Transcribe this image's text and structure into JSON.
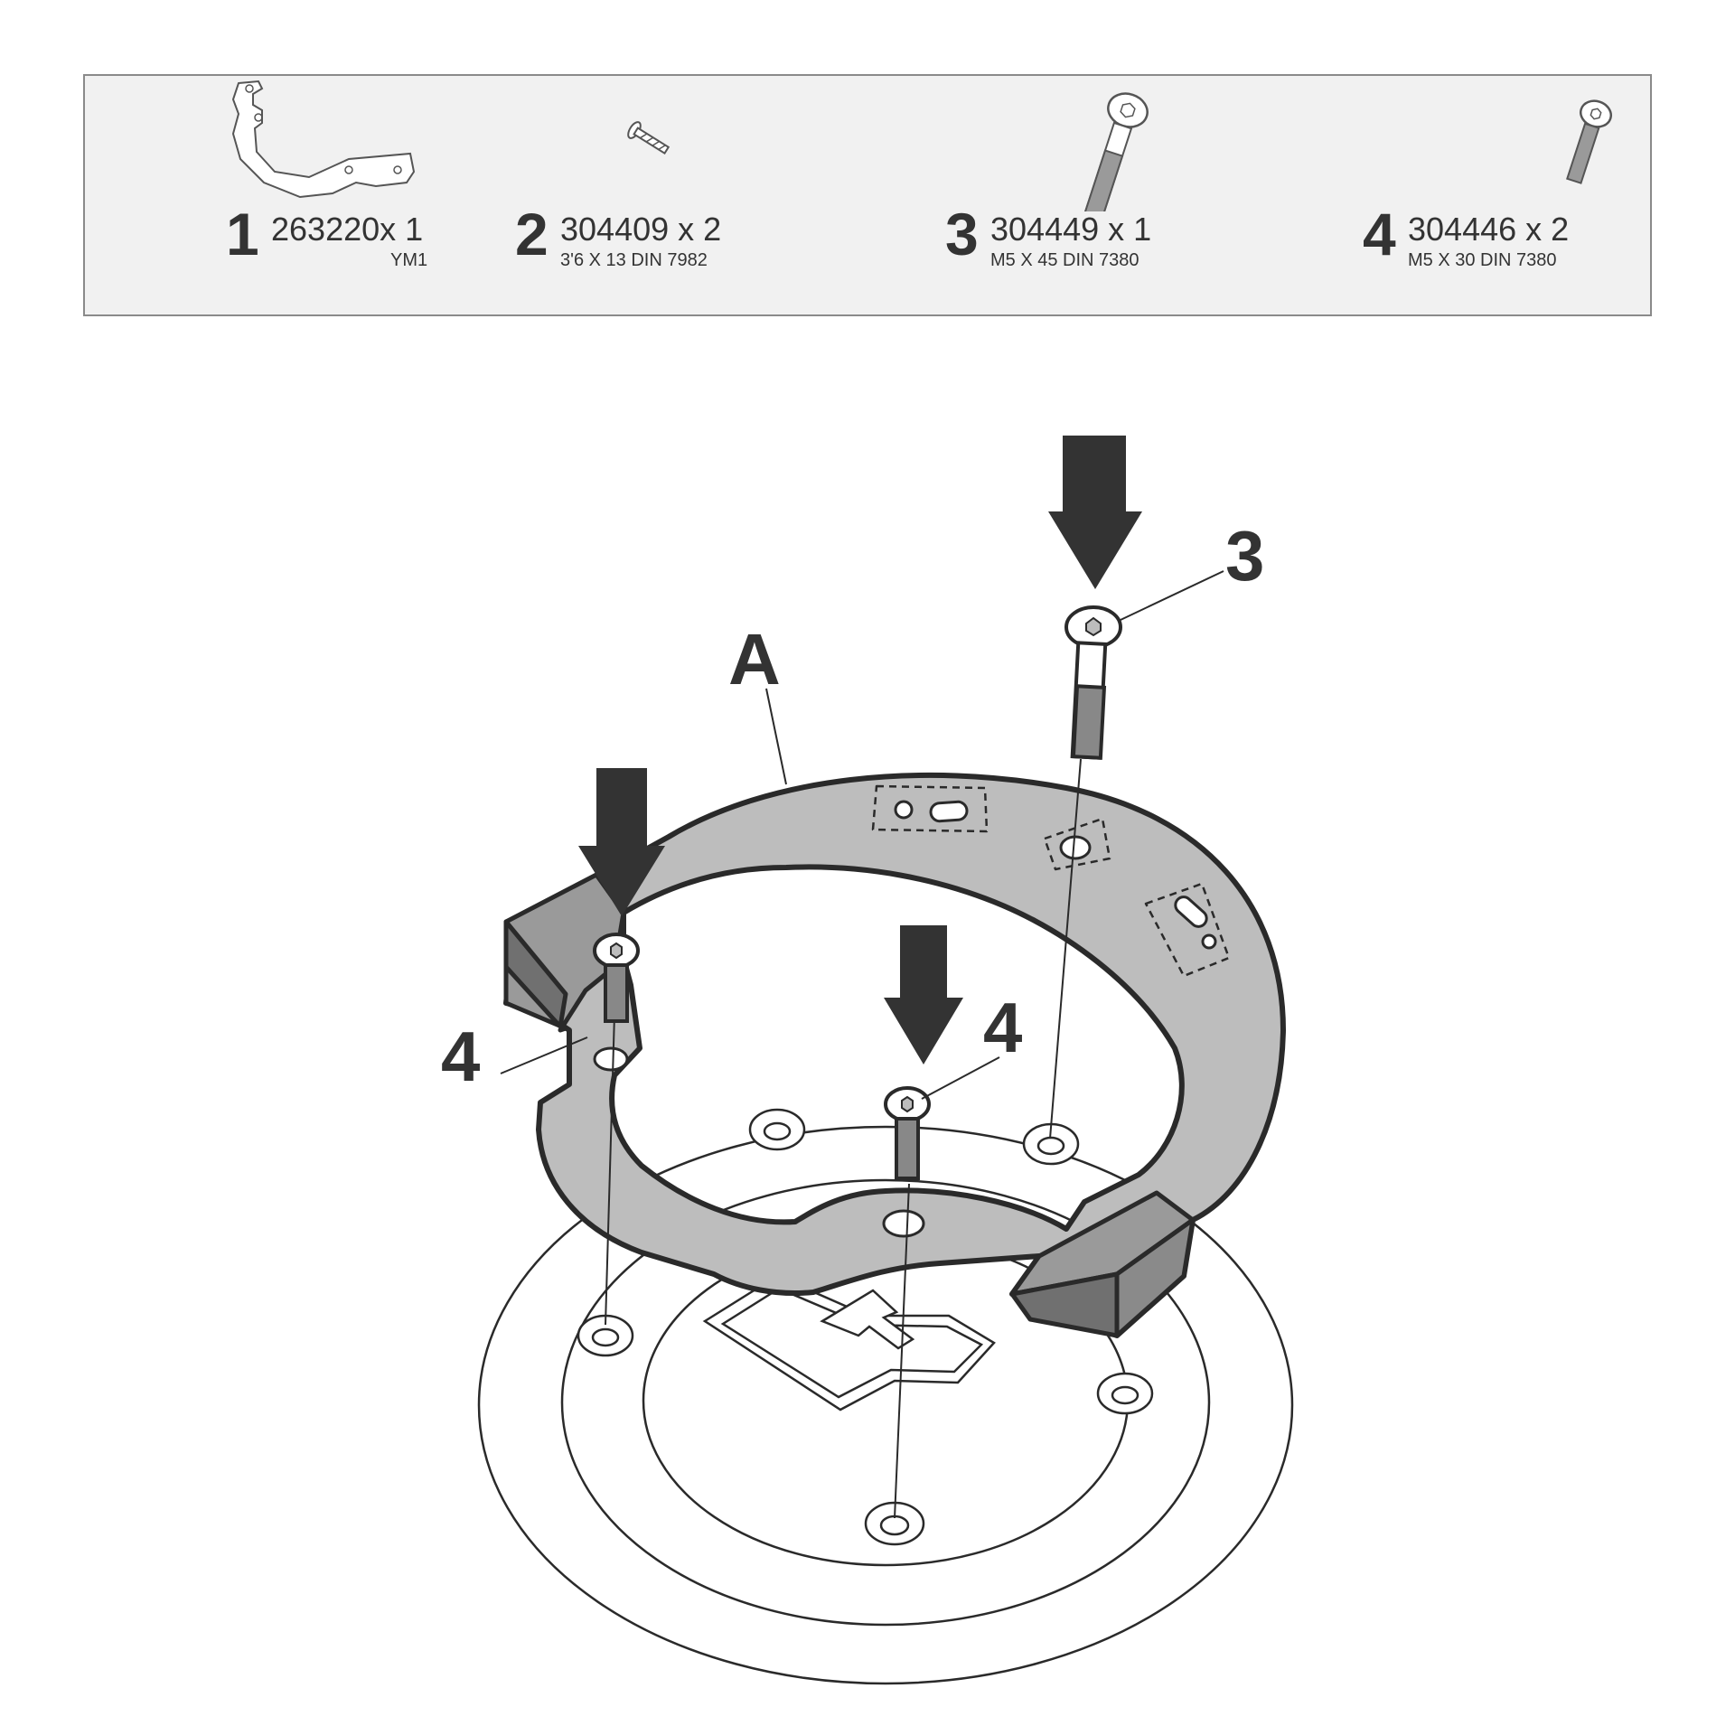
{
  "parts": [
    {
      "number": "1",
      "code": "263220x 1",
      "spec": "YM1"
    },
    {
      "number": "2",
      "code": "304409 x 2",
      "spec": "3'6 X 13 DIN 7982"
    },
    {
      "number": "3",
      "code": "304449 x 1",
      "spec": "M5 X 45 DIN 7380"
    },
    {
      "number": "4",
      "code": "304446 x 2",
      "spec": "M5 X 30 DIN 7380"
    }
  ],
  "callouts": {
    "bracket": "A",
    "screw_top": "3",
    "screw_left": "4",
    "screw_center": "4"
  },
  "colors": {
    "part_box_bg": "#f1f1f1",
    "ring_fill": "#bdbdbd",
    "arrow": "#333333",
    "outline": "#2a2a2a"
  }
}
